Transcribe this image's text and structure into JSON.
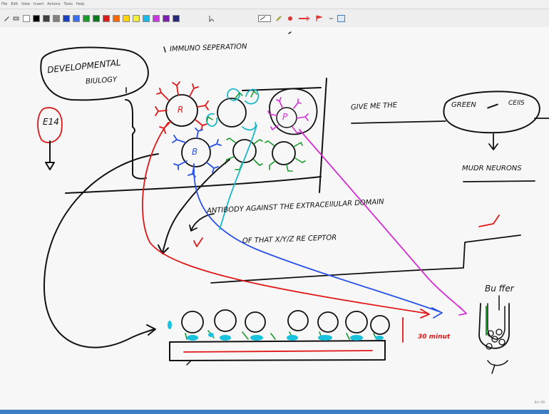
{
  "menu": [
    "File",
    "Edit",
    "View",
    "Insert",
    "Actions",
    "Tools",
    "Help"
  ],
  "palette": [
    "#ffffff",
    "#000000",
    "#404040",
    "#808080",
    "#1b3fbf",
    "#3b6df0",
    "#1a9a2b",
    "#0b7a1e",
    "#d81c1c",
    "#ff6a00",
    "#ffd400",
    "#f3ee3c",
    "#18b8e8",
    "#c83adf",
    "#7a1fb0",
    "#2a2a7a"
  ],
  "board": {
    "developmental": "DEVELOPMENTAL",
    "biology": "BIULOGY",
    "e14": "E14",
    "immuno": "IMMUNO  SEPERATION",
    "cell_r": "R",
    "cell_b": "B",
    "cell_p": "P",
    "give": "GIVE   ME   THE",
    "green": "GREEN",
    "cells": "CEllS",
    "motor": "MUDR NEURONS",
    "antibody": "ANTIBODY   AGAINST    THE   EXTRACEllULAR    DOMAIN",
    "of_that": "OF    THAT      X/Y/Z          RE CEPTOR",
    "thirty": "30 minut",
    "buffer": "Bu ffer"
  },
  "page_number": "84 / 90"
}
